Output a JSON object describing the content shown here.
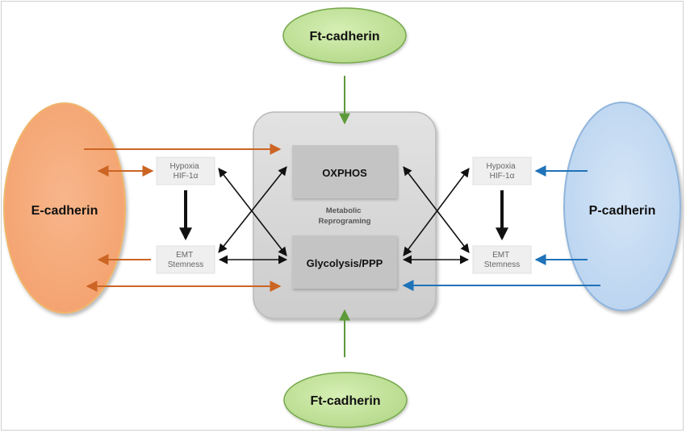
{
  "nodes": {
    "ft_top": "Ft-cadherin",
    "ft_bottom": "Ft-cadherin",
    "e_cadherin": "E-cadherin",
    "p_cadherin": "P-cadherin",
    "oxphos": "OXPHOS",
    "metabolic": [
      "Metabolic",
      "Reprograming"
    ],
    "glycolysis": "Glycolysis/PPP",
    "hypoxia_left": [
      "Hypoxia",
      "HIF-1α"
    ],
    "emt_left": [
      "EMT",
      "Stemness"
    ],
    "hypoxia_right": [
      "Hypoxia",
      "HIF-1α"
    ],
    "emt_right": [
      "EMT",
      "Stemness"
    ]
  },
  "colors": {
    "green_fill": "#c3e39a",
    "green_stroke": "#76a84c",
    "green_arrow": "#5e9a3a",
    "orange_fill": "#f6ad7e",
    "orange_stroke": "#f0b56c",
    "orange_arrow": "#cc6524",
    "blue_fill": "#c6dcf2",
    "blue_stroke": "#90b5dc",
    "blue_arrow": "#1f73b8",
    "gray_box": "#d7d7d7",
    "gray_inner": "#c3c3c3",
    "small_box": "#efefef",
    "black": "#111111",
    "gray_text": "#666666"
  }
}
